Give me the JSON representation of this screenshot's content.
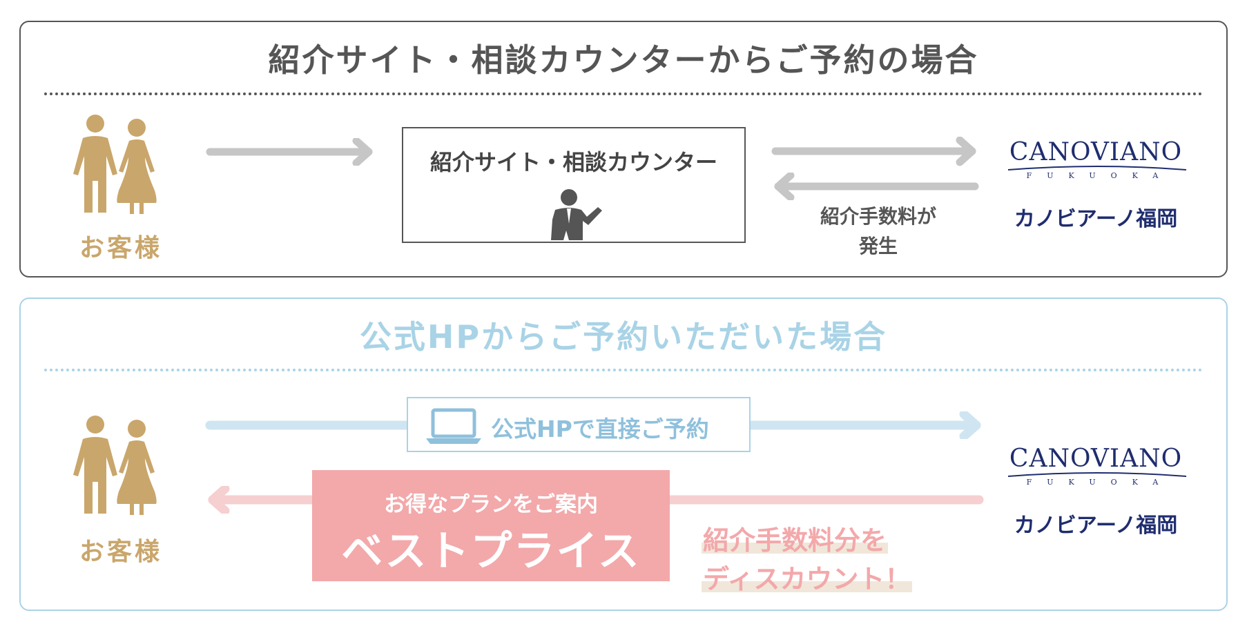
{
  "referral_section": {
    "title": "紹介サイト・相談カウンターからご予約の場合",
    "customer_label": "お客様",
    "counter_label": "紹介サイト・相談カウンター",
    "fee_line1": "紹介手数料が",
    "fee_line2": "発生",
    "logo_word": "CANOVIANO",
    "logo_sub": "FUKUOKA",
    "venue_name": "カノビアーノ福岡"
  },
  "official_section": {
    "title": "公式HPからご予約いただいた場合",
    "customer_label": "お客様",
    "direct_label": "公式HPで直接ご予約",
    "best_sub": "お得なプランをご案内",
    "best_main": "ベストプライス",
    "discount_line1": "紹介手数料分を",
    "discount_line2": "ディスカウント！",
    "logo_word": "CANOVIANO",
    "logo_sub": "FUKUOKA",
    "venue_name": "カノビアーノ福岡"
  },
  "colors": {
    "gray_text": "#555555",
    "gold": "#c9a66b",
    "navy": "#1f2d6e",
    "light_blue": "#a9d3e6",
    "pink": "#f3a8aa"
  },
  "icons": [
    "couple-icon",
    "staff-icon",
    "laptop-icon",
    "arrow-right-icon",
    "arrow-left-icon"
  ]
}
